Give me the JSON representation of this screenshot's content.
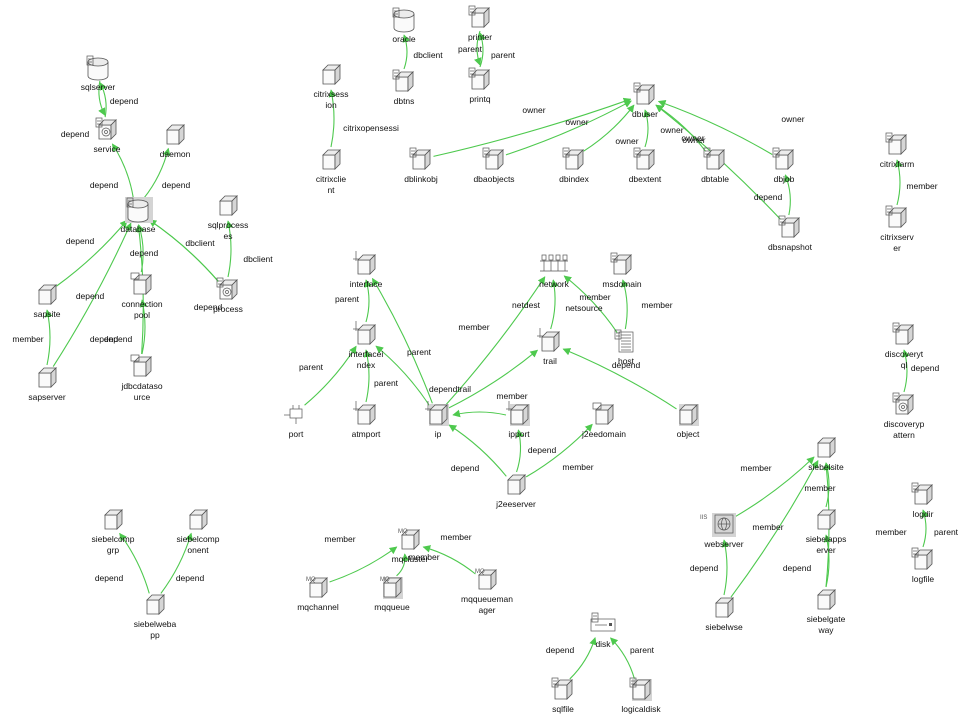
{
  "colors": {
    "edge": "#4ec94e",
    "label": "#111111",
    "icon_stroke": "#555555"
  },
  "nodes": [
    {
      "id": "sqlserver",
      "label": "sqlserver",
      "icon": "db-cylinder-icon",
      "selected": false
    },
    {
      "id": "service",
      "label": "service",
      "icon": "gear-cube-icon",
      "selected": false
    },
    {
      "id": "daemon",
      "label": "daemon",
      "icon": "cube-icon",
      "selected": false
    },
    {
      "id": "database",
      "label": "database",
      "icon": "db-cylinder-icon",
      "selected": true
    },
    {
      "id": "sqlprocesses",
      "label": "sqlprocess\nes",
      "icon": "cube-icon",
      "selected": false
    },
    {
      "id": "process",
      "label": "process",
      "icon": "gear-cube-icon",
      "selected": false
    },
    {
      "id": "sapsite",
      "label": "sapsite",
      "icon": "cube-icon",
      "selected": false
    },
    {
      "id": "sapserver",
      "label": "sapserver",
      "icon": "cube-icon",
      "selected": false
    },
    {
      "id": "connpool",
      "label": "connection\npool",
      "icon": "pool-cube-icon",
      "selected": false
    },
    {
      "id": "jdbcsource",
      "label": "jdbcdataso\nurce",
      "icon": "pool-cube-icon",
      "selected": false
    },
    {
      "id": "oracle",
      "label": "oracle",
      "icon": "db-cylinder-icon",
      "selected": false
    },
    {
      "id": "dbtns",
      "label": "dbtns",
      "icon": "tagged-cube-icon",
      "selected": false
    },
    {
      "id": "printer",
      "label": "printer",
      "icon": "tagged-cube-icon",
      "selected": false
    },
    {
      "id": "printq",
      "label": "printq",
      "icon": "tagged-cube-icon",
      "selected": false
    },
    {
      "id": "citrixsession",
      "label": "citrixsess\nion",
      "icon": "cube-icon",
      "selected": false
    },
    {
      "id": "citrixclient",
      "label": "citrixclie\nnt",
      "icon": "cube-icon",
      "selected": false
    },
    {
      "id": "dbuser",
      "label": "dbuser",
      "icon": "tagged-cube-icon",
      "selected": false
    },
    {
      "id": "dblinkobj",
      "label": "dblinkobj",
      "icon": "tagged-cube-icon",
      "selected": false
    },
    {
      "id": "dbaobjects",
      "label": "dbaobjects",
      "icon": "tagged-cube-icon",
      "selected": false
    },
    {
      "id": "dbindex",
      "label": "dbindex",
      "icon": "tagged-cube-icon",
      "selected": false
    },
    {
      "id": "dbextent",
      "label": "dbextent",
      "icon": "tagged-cube-icon",
      "selected": false
    },
    {
      "id": "dbtable",
      "label": "dbtable",
      "icon": "tagged-cube-icon",
      "selected": false
    },
    {
      "id": "dbjob",
      "label": "dbjob",
      "icon": "tagged-cube-icon",
      "selected": false
    },
    {
      "id": "dbsnapshot",
      "label": "dbsnapshot",
      "icon": "tagged-cube-icon",
      "selected": false
    },
    {
      "id": "citrixfarm",
      "label": "citrixfarm",
      "icon": "tagged-cube-icon",
      "selected": false
    },
    {
      "id": "citrixserver",
      "label": "citrixserv\ner",
      "icon": "tagged-cube-icon",
      "selected": false
    },
    {
      "id": "interface",
      "label": "interface",
      "icon": "port-cube-icon",
      "selected": false
    },
    {
      "id": "interfaceindex",
      "label": "interfacei\nndex",
      "icon": "port-cube-icon",
      "selected": false
    },
    {
      "id": "network",
      "label": "network",
      "icon": "network-icon",
      "selected": false
    },
    {
      "id": "msdomain",
      "label": "msdomain",
      "icon": "tagged-cube-icon",
      "selected": false
    },
    {
      "id": "trail",
      "label": "trail",
      "icon": "port-cube-icon",
      "selected": false
    },
    {
      "id": "host",
      "label": "host",
      "icon": "host-icon",
      "selected": false
    },
    {
      "id": "port",
      "label": "port",
      "icon": "plug-icon",
      "selected": false
    },
    {
      "id": "atmport",
      "label": "atmport",
      "icon": "port-cube-icon",
      "selected": false
    },
    {
      "id": "ip",
      "label": "ip",
      "icon": "port-cube-icon",
      "selected": true
    },
    {
      "id": "ipport",
      "label": "ipport",
      "icon": "port-cube-icon",
      "selected": true
    },
    {
      "id": "j2eedomain",
      "label": "j2eedomain",
      "icon": "pool-cube-icon",
      "selected": false
    },
    {
      "id": "object",
      "label": "object",
      "icon": "cube-icon",
      "selected": true
    },
    {
      "id": "j2eeserver",
      "label": "j2eeserver",
      "icon": "cube-icon",
      "selected": false
    },
    {
      "id": "discoverytql",
      "label": "discoveryt\nql",
      "icon": "tagged-cube-icon",
      "selected": false
    },
    {
      "id": "discoverypattern",
      "label": "discoveryp\nattern",
      "icon": "gear-cube-icon",
      "selected": false
    },
    {
      "id": "siebelsite",
      "label": "siebelsite",
      "icon": "cube-icon",
      "selected": false
    },
    {
      "id": "webserver",
      "label": "webserver",
      "icon": "webserver-icon",
      "selected": true
    },
    {
      "id": "siebelappserver",
      "label": "siebelapps\nerver",
      "icon": "cube-icon",
      "selected": false
    },
    {
      "id": "siebelwse",
      "label": "siebelwse",
      "icon": "cube-icon",
      "selected": false
    },
    {
      "id": "siebelgateway",
      "label": "siebelgate\nway",
      "icon": "cube-icon",
      "selected": false
    },
    {
      "id": "logdir",
      "label": "logdir",
      "icon": "tagged-cube-icon",
      "selected": false
    },
    {
      "id": "logfile",
      "label": "logfile",
      "icon": "tagged-cube-icon",
      "selected": false
    },
    {
      "id": "siebelcompgrp",
      "label": "siebelcomp\ngrp",
      "icon": "cube-icon",
      "selected": false
    },
    {
      "id": "siebelcomponent",
      "label": "siebelcomp\nonent",
      "icon": "cube-icon",
      "selected": false
    },
    {
      "id": "siebelwebapp",
      "label": "siebelweba\npp",
      "icon": "cube-icon",
      "selected": false
    },
    {
      "id": "mqcluster",
      "label": "mqcluster",
      "icon": "mq-cube-icon",
      "selected": false
    },
    {
      "id": "mqchannel",
      "label": "mqchannel",
      "icon": "mq-cube-icon",
      "selected": false
    },
    {
      "id": "mqqueue",
      "label": "mqqueue",
      "icon": "mq-cube-icon",
      "selected": true
    },
    {
      "id": "mqqueuemanager",
      "label": "mqqueueman\nager",
      "icon": "mq-cube-icon",
      "selected": false
    },
    {
      "id": "disk",
      "label": "disk",
      "icon": "disk-icon",
      "selected": false
    },
    {
      "id": "sqlfile",
      "label": "sqlfile",
      "icon": "tagged-cube-icon",
      "selected": false
    },
    {
      "id": "logicaldisk",
      "label": "logicaldisk",
      "icon": "tagged-cube-icon",
      "selected": true
    }
  ],
  "edges": [
    {
      "from": "service",
      "to": "sqlserver",
      "label": "depend"
    },
    {
      "from": "sqlserver",
      "to": "service",
      "label": "depend"
    },
    {
      "from": "database",
      "to": "service",
      "label": "depend"
    },
    {
      "from": "database",
      "to": "daemon",
      "label": "depend"
    },
    {
      "from": "sapsite",
      "to": "database",
      "label": "depend"
    },
    {
      "from": "sapserver",
      "to": "database",
      "label": "depend"
    },
    {
      "from": "connpool",
      "to": "database",
      "label": "depend"
    },
    {
      "from": "jdbcsource",
      "to": "database",
      "label": "depend"
    },
    {
      "from": "process",
      "to": "database",
      "label": "dbclient"
    },
    {
      "from": "process",
      "to": "database",
      "label": "depend"
    },
    {
      "from": "process",
      "to": "sqlprocesses",
      "label": "dbclient"
    },
    {
      "from": "sapserver",
      "to": "sapsite",
      "label": "member"
    },
    {
      "from": "jdbcsource",
      "to": "connpool",
      "label": "depend"
    },
    {
      "from": "dbtns",
      "to": "oracle",
      "label": "dbclient"
    },
    {
      "from": "printq",
      "to": "printer",
      "label": "parent"
    },
    {
      "from": "printer",
      "to": "printq",
      "label": "parent"
    },
    {
      "from": "citrixclient",
      "to": "citrixsession",
      "label": "citrixopensessi"
    },
    {
      "from": "dblinkobj",
      "to": "dbuser",
      "label": "owner"
    },
    {
      "from": "dbaobjects",
      "to": "dbuser",
      "label": "owner"
    },
    {
      "from": "dbindex",
      "to": "dbuser",
      "label": "owner"
    },
    {
      "from": "dbextent",
      "to": "dbuser",
      "label": "owner"
    },
    {
      "from": "dbtable",
      "to": "dbuser",
      "label": "owner"
    },
    {
      "from": "dbjob",
      "to": "dbuser",
      "label": "owner"
    },
    {
      "from": "dbsnapshot",
      "to": "dbuser",
      "label": "owner"
    },
    {
      "from": "dbsnapshot",
      "to": "dbjob",
      "label": "depend"
    },
    {
      "from": "citrixserver",
      "to": "citrixfarm",
      "label": "member"
    },
    {
      "from": "interfaceindex",
      "to": "interface",
      "label": "parent"
    },
    {
      "from": "ip",
      "to": "interface",
      "label": "member"
    },
    {
      "from": "port",
      "to": "interfaceindex",
      "label": "parent"
    },
    {
      "from": "atmport",
      "to": "interfaceindex",
      "label": "parent"
    },
    {
      "from": "ip",
      "to": "interfaceindex",
      "label": "parent"
    },
    {
      "from": "ip",
      "to": "network",
      "label": "netdest"
    },
    {
      "from": "ip",
      "to": "trail",
      "label": "dependtrail"
    },
    {
      "from": "trail",
      "to": "network",
      "label": "netsource"
    },
    {
      "from": "host",
      "to": "network",
      "label": "member"
    },
    {
      "from": "host",
      "to": "msdomain",
      "label": "member"
    },
    {
      "from": "object",
      "to": "trail",
      "label": "depend"
    },
    {
      "from": "j2eeserver",
      "to": "ip",
      "label": "depend"
    },
    {
      "from": "j2eeserver",
      "to": "ipport",
      "label": "depend"
    },
    {
      "from": "j2eeserver",
      "to": "j2eedomain",
      "label": "member"
    },
    {
      "from": "ipport",
      "to": "ip",
      "label": "member"
    },
    {
      "from": "discoverypattern",
      "to": "discoverytql",
      "label": "depend"
    },
    {
      "from": "webserver",
      "to": "siebelsite",
      "label": "member"
    },
    {
      "from": "siebelappserver",
      "to": "siebelsite",
      "label": "member"
    },
    {
      "from": "siebelgateway",
      "to": "siebelsite",
      "label": "member"
    },
    {
      "from": "siebelwse",
      "to": "siebelsite",
      "label": "member"
    },
    {
      "from": "siebelwse",
      "to": "webserver",
      "label": "depend"
    },
    {
      "from": "siebelgateway",
      "to": "siebelappserver",
      "label": "depend"
    },
    {
      "from": "logfile",
      "to": "logdir",
      "label": "parent"
    },
    {
      "from": "siebelwebapp",
      "to": "siebelcompgrp",
      "label": "depend"
    },
    {
      "from": "siebelwebapp",
      "to": "siebelcomponent",
      "label": "depend"
    },
    {
      "from": "mqchannel",
      "to": "mqcluster",
      "label": "member"
    },
    {
      "from": "mqqueue",
      "to": "mqcluster",
      "label": "member"
    },
    {
      "from": "mqqueuemanager",
      "to": "mqcluster",
      "label": "member"
    },
    {
      "from": "sqlfile",
      "to": "disk",
      "label": "depend"
    },
    {
      "from": "logicaldisk",
      "to": "disk",
      "label": "parent"
    }
  ]
}
